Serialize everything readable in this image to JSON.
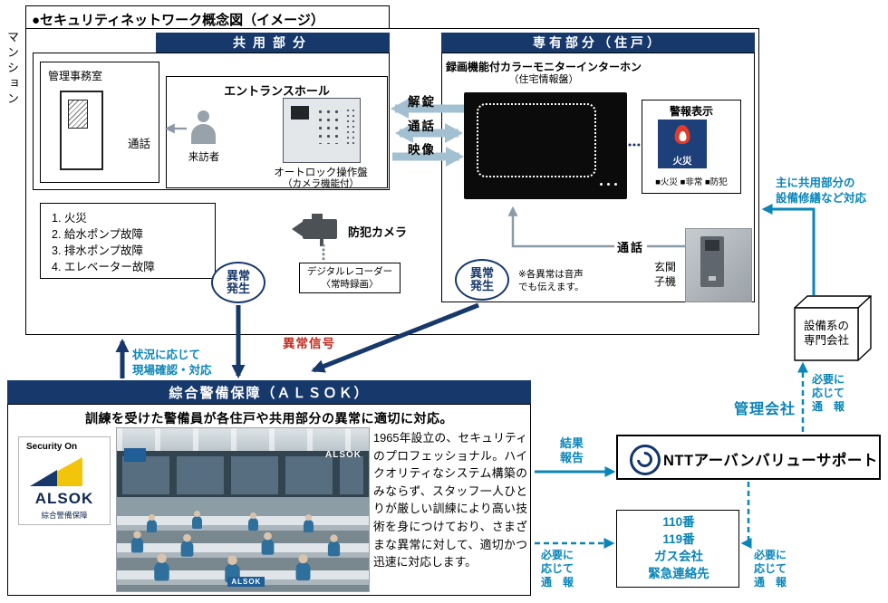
{
  "title": "●セキュリティネットワーク概念図（イメージ）",
  "mansion_label": "マンション",
  "common_area": {
    "header": "共用部分",
    "office_label": "管理事務室",
    "entrance": {
      "label": "エントランスホール",
      "visitor_label": "来訪者",
      "panel_label": "オートロック操作盤",
      "panel_sublabel": "（カメラ機能付）",
      "call_label": "通話"
    },
    "fault_list": [
      "1. 火災",
      "2. 給水ポンプ故障",
      "3. 排水ポンプ故障",
      "4. エレベーター故障"
    ],
    "alert_badge": "異常\n発生"
  },
  "camera": {
    "label": "防犯カメラ",
    "recorder": "デジタルレコーダー\n〈常時録画〉"
  },
  "private_area": {
    "header": "専有部分（住戸）",
    "caption": "録画機能付カラーモニターインターホン",
    "caption2": "（住宅情報盤）",
    "signals": {
      "unlock": "解錠",
      "talk": "通話",
      "video": "映像"
    },
    "alarm_panel": {
      "label": "警報表示",
      "tile_text": "火災",
      "legend": "■火災 ■非常 ■防犯"
    },
    "door_station": {
      "call_label": "通話",
      "label": "玄関\n子機"
    },
    "voice_note": "※各異常は音声\nでも伝えます。",
    "alert_badge": "異常\n発生"
  },
  "flows": {
    "site_response": "状況に応じて\n現場確認・対応",
    "alarm_signal": "異常信号",
    "result_report": "結果\n報告",
    "report_as_needed": "必要に\n応じて\n通　報",
    "facility_note": "主に共用部分の\n設備修繕など対応"
  },
  "alsok": {
    "header": "綜合警備保障（ＡＬＳＯＫ）",
    "headline": "訓練を受けた警備員が各住戸や共用部分の異常に適切に対応。",
    "logo": {
      "security_on": "Security On",
      "name": "ALSOK",
      "company": "綜合警備保障"
    },
    "photo_screen_label": "ALSOK",
    "photo_desk_label": "ALSOK",
    "description": "1965年設立の、セキュリティのプロフェッショナル。ハイクオリティなシステム構築のみならず、スタッフ一人ひとりが厳しい訓練により高い技術を身につけており、さまざまな異常に対して、適切かつ迅速に対応します。"
  },
  "partners": {
    "management_company": "管理会社",
    "facility_company": "設備系の\n専門会社",
    "ntt": "NTTアーバンバリューサポート",
    "emergency": "110番\n119番\nガス会社\n緊急連絡先"
  },
  "colors": {
    "navy": "#17386b",
    "teal": "#0a85b8",
    "alarm_red": "#c4271d",
    "signal_blue": "#a3c0d2"
  }
}
